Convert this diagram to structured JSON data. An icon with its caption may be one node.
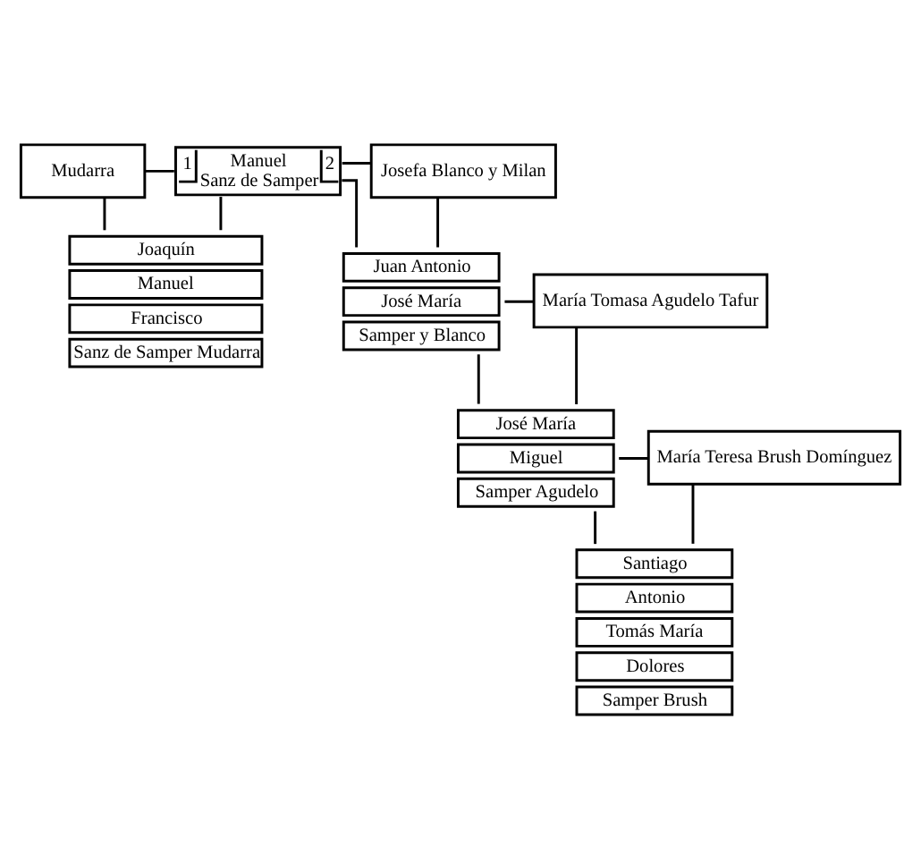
{
  "diagram": {
    "nodes": [
      {
        "text": [
          "Mudarra"
        ]
      },
      {
        "text": [
          "1",
          "Manuel Sanz de Samper",
          "2"
        ]
      },
      {
        "text": [
          "Josefa Blanco y Milan"
        ]
      },
      {
        "text": [
          "Joaquín",
          "Manuel",
          "Francisco",
          "Sanz de Samper Mudarra"
        ]
      },
      {
        "text": [
          "Juan Antonio",
          "José María",
          "Samper y Blanco"
        ]
      },
      {
        "text": [
          "María Tomasa Agudelo Tafur"
        ]
      },
      {
        "text": [
          "José María",
          "Miguel",
          "Samper Agudelo"
        ]
      },
      {
        "text": [
          "María Teresa Brush Domínguez"
        ]
      },
      {
        "text": [
          "Santiago",
          "Antonio",
          "Tomás María",
          "Dolores",
          "Samper Brush"
        ]
      }
    ],
    "edges": [
      {
        "from": 0,
        "to": 1,
        "arrow": "none"
      },
      {
        "from": 1,
        "to": 2,
        "arrow": "none"
      },
      {
        "from": 0,
        "to": 3,
        "arrow": "none"
      },
      {
        "from": 1,
        "to": 3,
        "arrow": "none"
      },
      {
        "from": 1,
        "to": 4,
        "arrow": "none"
      },
      {
        "from": 2,
        "to": 4,
        "arrow": "none"
      },
      {
        "from": 4,
        "to": 5,
        "arrow": "none"
      },
      {
        "from": 4,
        "to": 6,
        "arrow": "none"
      },
      {
        "from": 5,
        "to": 6,
        "arrow": "none"
      },
      {
        "from": 6,
        "to": 7,
        "arrow": "none"
      },
      {
        "from": 6,
        "to": 8,
        "arrow": "none"
      },
      {
        "from": 7,
        "to": 8,
        "arrow": "none"
      }
    ]
  }
}
